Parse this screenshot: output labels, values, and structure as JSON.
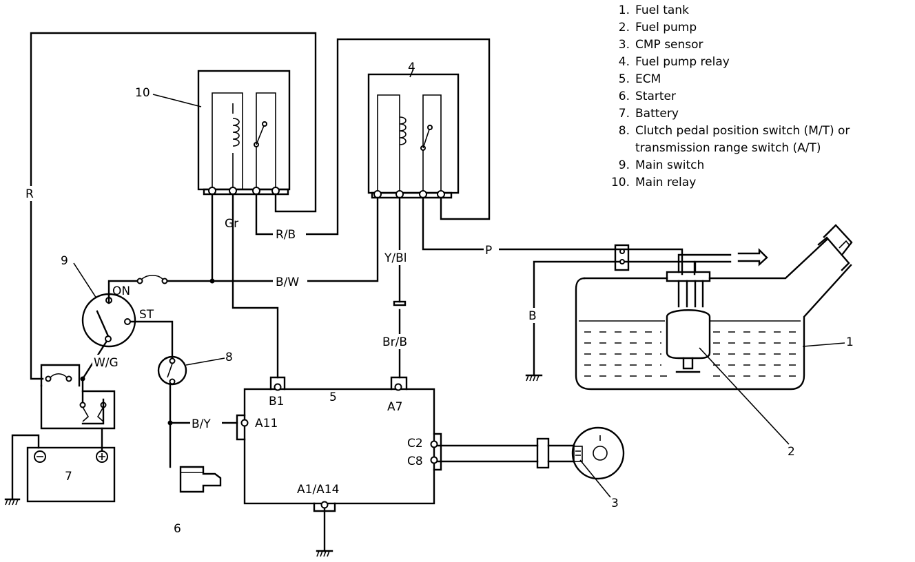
{
  "legend": [
    {
      "num": "1.",
      "label": "Fuel tank"
    },
    {
      "num": "2.",
      "label": "Fuel pump"
    },
    {
      "num": "3.",
      "label": "CMP sensor"
    },
    {
      "num": "4.",
      "label": "Fuel pump relay"
    },
    {
      "num": "5.",
      "label": "ECM"
    },
    {
      "num": "6.",
      "label": "Starter"
    },
    {
      "num": "7.",
      "label": "Battery"
    },
    {
      "num": "8.",
      "label": "Clutch pedal position switch (M/T) or",
      "label2": "transmission range switch (A/T)"
    },
    {
      "num": "9.",
      "label": "Main switch"
    },
    {
      "num": "10.",
      "label": "Main relay"
    }
  ],
  "callouts": {
    "c1": "1",
    "c2": "2",
    "c3": "3",
    "c4": "4",
    "c5": "5",
    "c6": "6",
    "c7": "7",
    "c8": "8",
    "c9": "9",
    "c10": "10"
  },
  "wires": {
    "r": "R",
    "gr": "Gr",
    "rb": "R/B",
    "bw": "B/W",
    "ybl": "Y/Bl",
    "brb": "Br/B",
    "p": "P",
    "b": "B",
    "wg": "W/G",
    "by": "B/Y"
  },
  "switch_positions": {
    "on": "ON",
    "st": "ST"
  },
  "ecm_terminals": {
    "b1": "B1",
    "a7": "A7",
    "a11": "A11",
    "c2": "C2",
    "c8": "C8",
    "a1a14": "A1/A14"
  }
}
